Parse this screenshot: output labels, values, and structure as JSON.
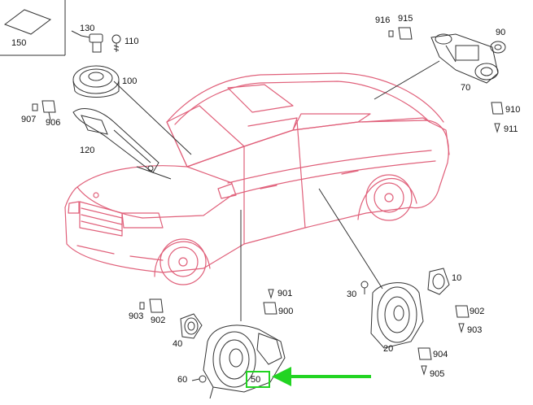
{
  "diagram": {
    "part_labels": {
      "p150": "150",
      "p130": "130",
      "p110": "110",
      "p100": "100",
      "p907": "907",
      "p906": "906",
      "p120": "120",
      "p916": "916",
      "p915": "915",
      "p90": "90",
      "p70": "70",
      "p910": "910",
      "p911": "911",
      "p30": "30",
      "p10": "10",
      "p901": "901",
      "p900": "900",
      "p903a": "903",
      "p902a": "902",
      "p40": "40",
      "p60": "60",
      "p50": "50",
      "p20": "20",
      "p902b": "902",
      "p903b": "903",
      "p904": "904",
      "p905": "905"
    },
    "colors": {
      "car_outline": "#e0607a",
      "parts_outline": "#333333",
      "highlight": "#22d422"
    }
  }
}
